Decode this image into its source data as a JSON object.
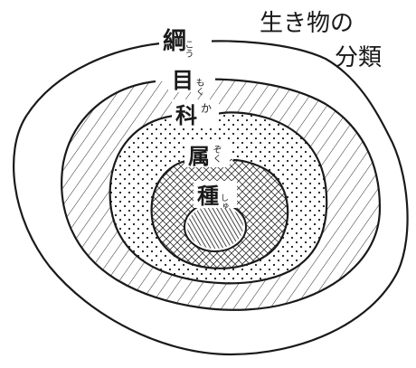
{
  "title": {
    "line1": "生き物の",
    "line2": "分類"
  },
  "levels": [
    {
      "kanji": "綱",
      "furigana": "こう"
    },
    {
      "kanji": "目",
      "furigana": "もく"
    },
    {
      "kanji": "科",
      "furigana": "か"
    },
    {
      "kanji": "属",
      "furigana": "ぞく"
    },
    {
      "kanji": "種",
      "furigana": "しゅ"
    }
  ]
}
